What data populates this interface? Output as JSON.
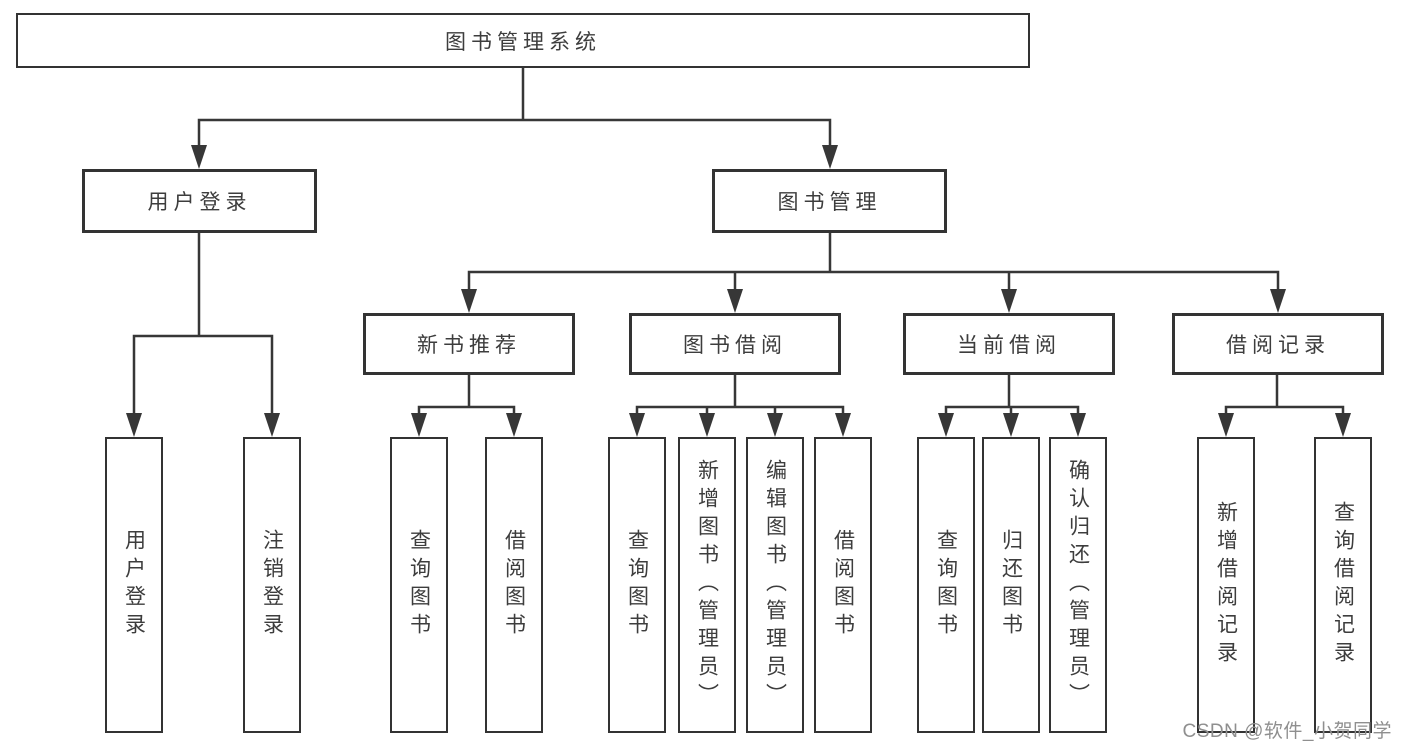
{
  "diagram": {
    "title": "图书管理系统",
    "branches": [
      {
        "label": "用户登录",
        "children": [
          {
            "label": "用户登录"
          },
          {
            "label": "注销登录"
          }
        ]
      },
      {
        "label": "图书管理",
        "children": [
          {
            "label": "新书推荐",
            "children": [
              {
                "label": "查询图书"
              },
              {
                "label": "借阅图书"
              }
            ]
          },
          {
            "label": "图书借阅",
            "children": [
              {
                "label": "查询图书"
              },
              {
                "label": "新增图书（管理员）"
              },
              {
                "label": "编辑图书（管理员）"
              },
              {
                "label": "借阅图书"
              }
            ]
          },
          {
            "label": "当前借阅",
            "children": [
              {
                "label": "查询图书"
              },
              {
                "label": "归还图书"
              },
              {
                "label": "确认归还（管理员）"
              }
            ]
          },
          {
            "label": "借阅记录",
            "children": [
              {
                "label": "新增借阅记录"
              },
              {
                "label": "查询借阅记录"
              }
            ]
          }
        ]
      }
    ]
  },
  "watermark": "CSDN @软件_小贺同学"
}
